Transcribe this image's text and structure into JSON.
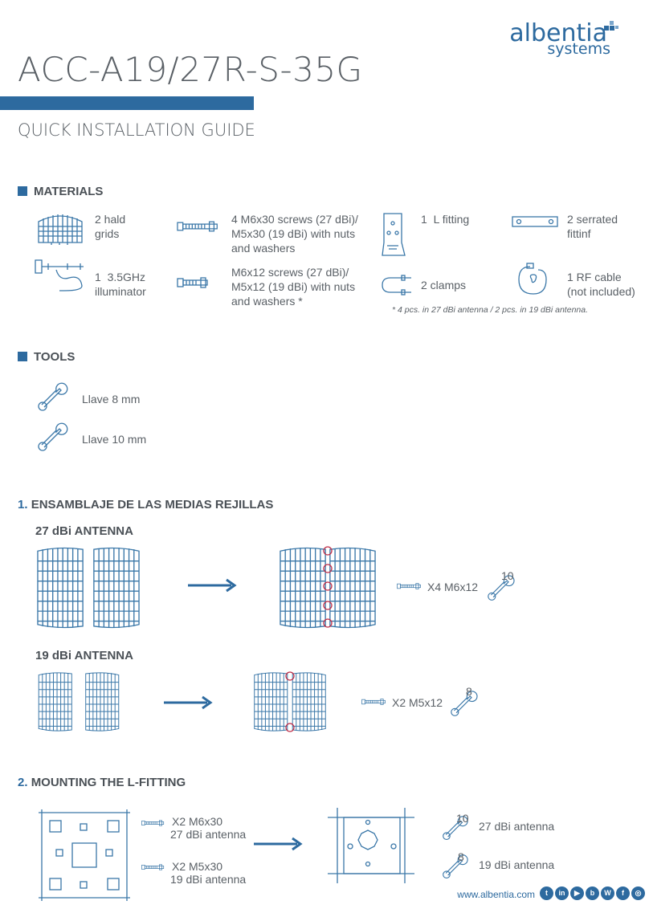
{
  "brand": {
    "name": "albentia",
    "tagline": "systems"
  },
  "header": {
    "title": "ACC-A19/27R-S-35G",
    "subtitle": "QUICK INSTALLATION GUIDE"
  },
  "materials": {
    "heading": "MATERIALS",
    "items": [
      {
        "label": "2 hald\ngrids",
        "icon": "half-grid-icon"
      },
      {
        "label": "4 M6x30 screws (27 dBi)/\nM5x30 (19 dBi) with nuts\nand washers",
        "icon": "long-screw-icon"
      },
      {
        "label": "1  L fitting",
        "icon": "l-fitting-icon"
      },
      {
        "label": "2 serrated\nfittinf",
        "icon": "serrated-fitting-icon"
      },
      {
        "label": "1  3.5GHz\nilluminator",
        "icon": "illuminator-icon"
      },
      {
        "label": "M6x12 screws (27 dBi)/\nM5x12 (19 dBi) with nuts\nand washers *",
        "icon": "short-screw-icon"
      },
      {
        "label": "2 clamps",
        "icon": "u-clamp-icon"
      },
      {
        "label": "1 RF cable\n(not included)",
        "icon": "rf-cable-icon"
      }
    ],
    "footnote": "* 4  pcs. in 27 dBi antenna / 2 pcs. in 19 dBi antenna."
  },
  "tools": {
    "heading": "TOOLS",
    "items": [
      {
        "label": "Llave 8 mm",
        "icon": "wrench-icon"
      },
      {
        "label": "Llave 10 mm",
        "icon": "wrench-icon"
      }
    ]
  },
  "step1": {
    "number": "1.",
    "heading": "ENSAMBLAJE DE LAS MEDIAS REJILLAS",
    "antenna27": {
      "title": "27 dBi ANTENNA",
      "qty": "X4 M6x12",
      "wrench": "10"
    },
    "antenna19": {
      "title": "19 dBi ANTENNA",
      "qty": "X2 M5x12",
      "wrench": "8"
    }
  },
  "step2": {
    "number": "2.",
    "heading": "MOUNTING THE L-FITTING",
    "screw27": {
      "qty": "X2 M6x30",
      "note": "27 dBi antenna"
    },
    "screw19": {
      "qty": "X2 M5x30",
      "note": "19 dBi antenna"
    },
    "wrench27": {
      "size": "10",
      "label": "27 dBi antenna"
    },
    "wrench19": {
      "size": "8",
      "label": "19 dBi antenna"
    }
  },
  "footer": {
    "url": "www.albentia.com",
    "social": [
      {
        "icon": "twitter-icon",
        "glyph": "t"
      },
      {
        "icon": "linkedin-icon",
        "glyph": "in"
      },
      {
        "icon": "youtube-icon",
        "glyph": "▶"
      },
      {
        "icon": "blog-icon",
        "glyph": "b"
      },
      {
        "icon": "wordpress-icon",
        "glyph": "W"
      },
      {
        "icon": "facebook-icon",
        "glyph": "f"
      },
      {
        "icon": "instagram-icon",
        "glyph": "◎"
      }
    ]
  },
  "colors": {
    "accent": "#2d6a9f",
    "text": "#5a6066",
    "highlight": "#c0304a"
  }
}
